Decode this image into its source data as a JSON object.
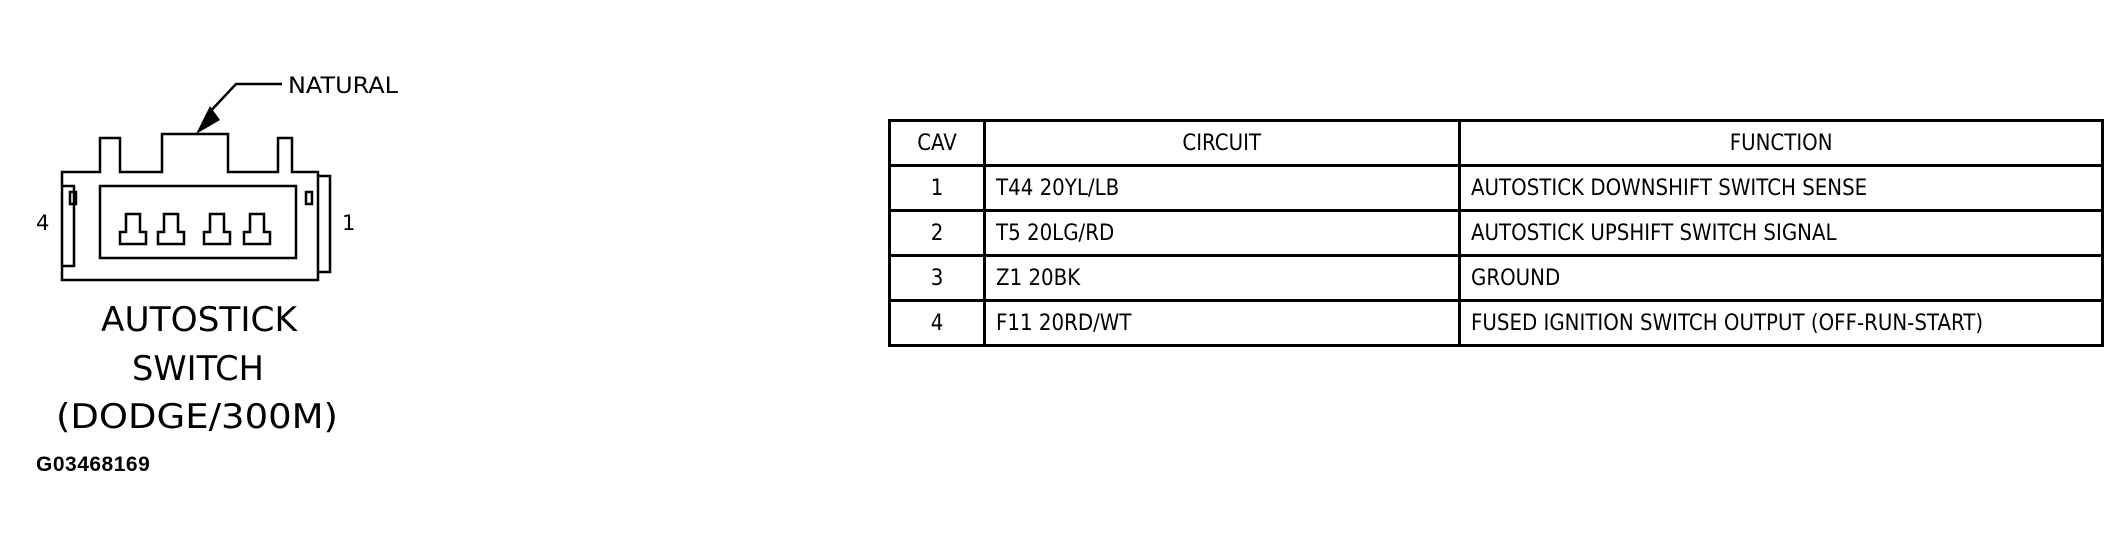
{
  "diagram": {
    "callout_label": "NATURAL",
    "pin_left": "4",
    "pin_right": "1",
    "title_lines": [
      "AUTOSTICK",
      "SWITCH",
      "(DODGE/300M)"
    ],
    "figure_id": "G03468169"
  },
  "table": {
    "headers": [
      "CAV",
      "CIRCUIT",
      "FUNCTION"
    ],
    "rows": [
      {
        "cav": "1",
        "circuit": "T44 20YL/LB",
        "function": "AUTOSTICK DOWNSHIFT SWITCH SENSE"
      },
      {
        "cav": "2",
        "circuit": "T5 20LG/RD",
        "function": "AUTOSTICK UPSHIFT SWITCH SIGNAL"
      },
      {
        "cav": "3",
        "circuit": "Z1 20BK",
        "function": "GROUND"
      },
      {
        "cav": "4",
        "circuit": "F11 20RD/WT",
        "function": "FUSED IGNITION SWITCH OUTPUT (OFF-RUN-START)"
      }
    ]
  }
}
